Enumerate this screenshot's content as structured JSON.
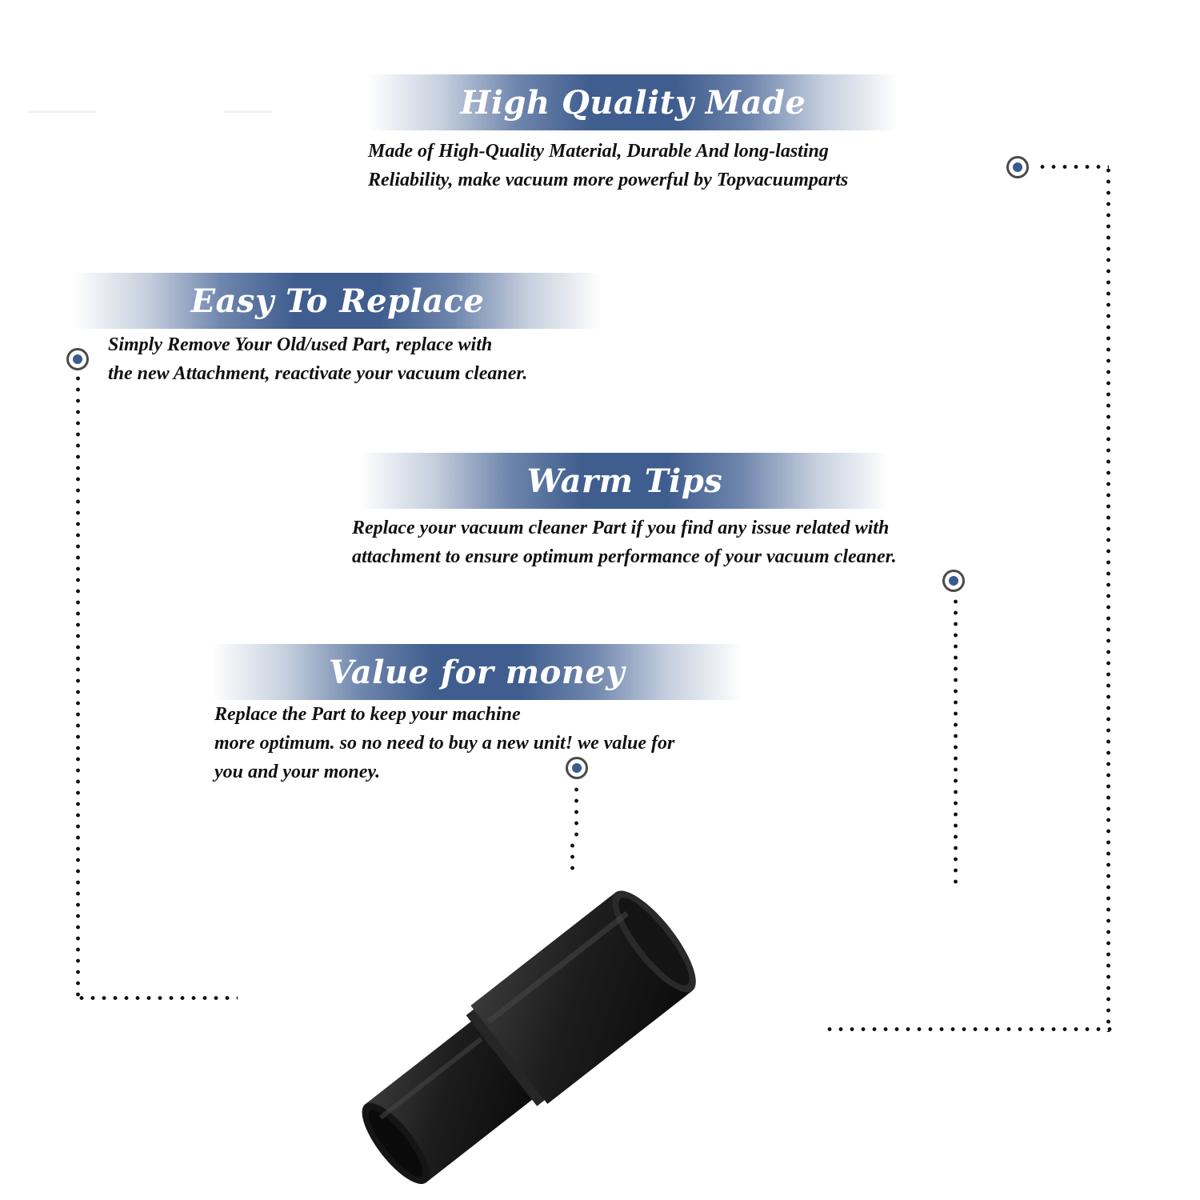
{
  "sections": [
    {
      "title": "High Quality Made",
      "lines": [
        "Made of  High-Quality Material, Durable And long-lasting",
        "Reliability, make vacuum more powerful by Topvacuumparts"
      ]
    },
    {
      "title": "Easy To Replace",
      "lines": [
        "Simply Remove Your Old/used Part, replace with",
        "the new Attachment, reactivate your vacuum cleaner."
      ]
    },
    {
      "title": "Warm Tips",
      "lines": [
        "Replace your vacuum cleaner Part if you find any issue related with",
        " attachment to ensure optimum performance of your vacuum cleaner."
      ]
    },
    {
      "title": "Value for money",
      "lines": [
        "Replace the Part to keep your machine",
        "more optimum. so no need to buy a new unit! we value for",
        "you and your money."
      ]
    }
  ],
  "product_image": {
    "icon": "vacuum-hose-adapter-icon",
    "color": "#1c1c1c"
  },
  "colors": {
    "banner": "#3f5d8e",
    "marker": "#3b5a8f",
    "dots": "#111111"
  }
}
